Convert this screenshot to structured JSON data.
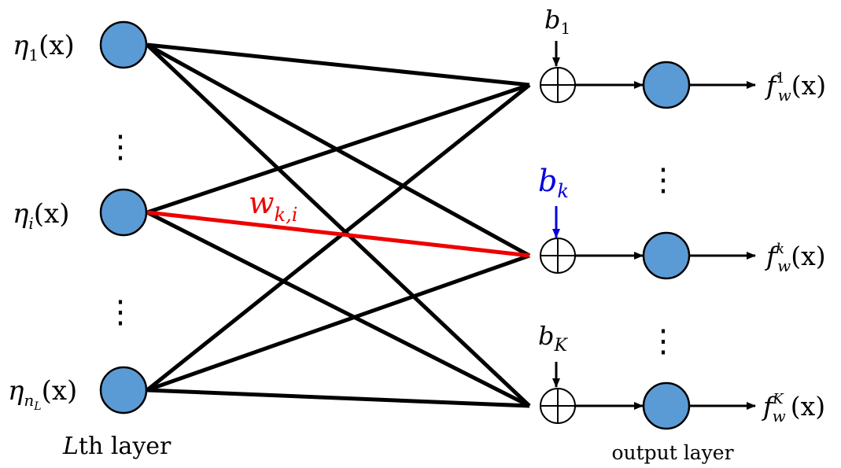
{
  "colors": {
    "node_fill": "#5b9bd5",
    "node_stroke": "#000000",
    "edge": "#000000",
    "highlight_edge": "#ee0000",
    "highlight_bias": "#0000dd"
  },
  "input_layer": {
    "caption_italic": "L",
    "caption_rest": "th layer",
    "nodes": [
      {
        "sym": "η",
        "sub": "1",
        "arg": "(x)"
      },
      {
        "sym": "η",
        "sub": "i",
        "arg": "(x)"
      },
      {
        "sym": "η",
        "sub": "n",
        "subsub": "L",
        "arg": "(x)"
      }
    ],
    "dots": "⋮"
  },
  "weight_label": {
    "sym": "w",
    "sub": "k,i"
  },
  "biases": [
    {
      "sym": "b",
      "sub": "1"
    },
    {
      "sym": "b",
      "sub": "k"
    },
    {
      "sym": "b",
      "sub": "K"
    }
  ],
  "sum_symbol": "⊕",
  "output_layer": {
    "caption": "output layer",
    "dots": "⋮",
    "outputs": [
      {
        "sym": "f",
        "sub": "w",
        "sup": "1",
        "arg": "(x)"
      },
      {
        "sym": "f",
        "sub": "w",
        "sup": "k",
        "arg": "(x)"
      },
      {
        "sym": "f",
        "sub": "w",
        "sup": "K",
        "arg": "(x)"
      }
    ]
  }
}
